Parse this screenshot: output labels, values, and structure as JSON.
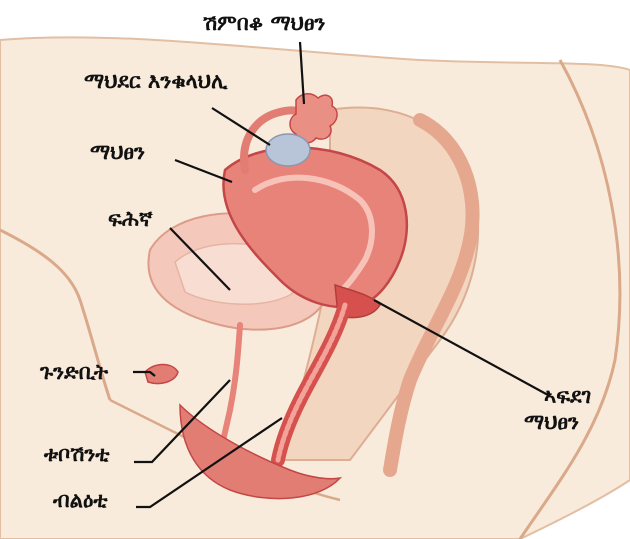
{
  "labels": {
    "fallopian_tube": "ሽምበቆ ማህፀን",
    "ovary": "ማህደር እንቁላህሊ",
    "uterus": "ማህፀን",
    "bladder": "ፍሕኛ",
    "clitoris": "ጉንድቢት",
    "urethra": "ቱቦሽንቲ",
    "vagina": "ብልዕቲ",
    "cervix_line1": "ኣፍደገ",
    "cervix_line2": "ማህፀን"
  },
  "colors": {
    "skin": "#f6e3cf",
    "skin_outline": "#d9a98a",
    "organ_fill": "#e8837a",
    "organ_dark": "#d6504e",
    "bladder_fill": "#f4c9bc",
    "ovary_fill": "#b8c4d8",
    "pointer_line": "#111111"
  }
}
